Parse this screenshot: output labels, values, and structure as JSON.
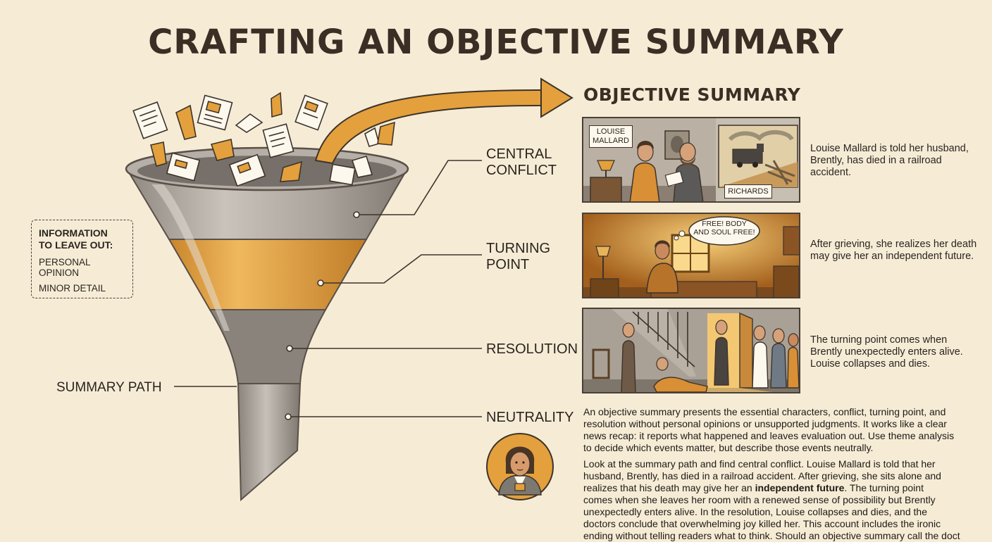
{
  "title": "CRAFTING AN OBJECTIVE SUMMARY",
  "summary_heading": "OBJECTIVE SUMMARY",
  "funnel_stages": [
    {
      "label": "CENTRAL\nCONFLICT"
    },
    {
      "label": "TURNING\nPOINT"
    },
    {
      "label": "RESOLUTION"
    },
    {
      "label": "NEUTRALITY"
    }
  ],
  "summary_path_label": "SUMMARY PATH",
  "leave_out": {
    "title": "INFORMATION\nTO LEAVE OUT:",
    "items": [
      "PERSONAL OPINION",
      "MINOR DETAIL"
    ]
  },
  "panels": [
    {
      "tags": [
        "LOUISE\nMALLARD",
        "RICHARDS"
      ],
      "caption": "Louise Mallard is told her husband, Brently, has died in a railroad accident."
    },
    {
      "thought": "FREE! BODY\nAND SOUL FREE!",
      "caption": "After grieving, she realizes her death may give her an independent future."
    },
    {
      "caption": "The turning point comes when Brently unexpectedly enters alive. Louise collapses and dies."
    }
  ],
  "paragraph1": [
    "An objective summary presents the essential characters, conflict, turning point, and",
    "resolution without personal opinions or unsupported judgments. It works like a clear",
    "news recap: it reports what happened and leaves evaluation out. Use theme analysis",
    "to decide which events matter, but describe those events neutrally."
  ],
  "paragraph2": [
    "Look at the summary path and find central conflict. Louise Mallard is told that her",
    "husband, Brently, has died in a railroad accident. After grieving, she sits alone and",
    "realizes that his death may give her an ",
    "independent future",
    ". The turning point",
    "comes when she leaves her room with a renewed sense of possibility but Brently",
    "unexpectedly enters alive. In the resolution, Louise collapses and dies, and the",
    "doctors conclude that overwhelming joy killed her. This account includes the ironic",
    "ending without telling readers what to think. Should an objective summary call the doct"
  ],
  "colors": {
    "background": "#f6ecd6",
    "accent_orange": "#e3a03c",
    "funnel_gray": "#a49d95",
    "ink": "#3a2e25"
  }
}
